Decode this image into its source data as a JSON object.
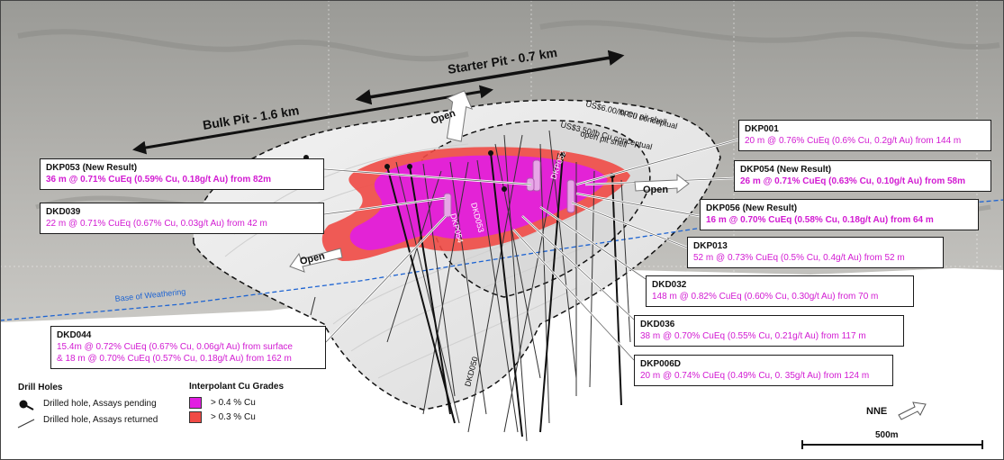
{
  "labels": {
    "starter_pit": "Starter Pit - 0.7 km",
    "bulk_pit": "Bulk Pit - 1.6 km",
    "open": "Open",
    "shell_600_l1": "US$6.00/lb Cu conceptual",
    "shell_600_l2": "open pit shell",
    "shell_350_l1": "US$3.50/lb Cu conceptual",
    "shell_350_l2": "open pit shell",
    "base_weathering": "Base of Weathering",
    "hole_dkp052": "DKP052",
    "hole_dkd053": "DKD053",
    "hole_dkp054": "DKP054",
    "hole_dkd050": "DKD050"
  },
  "callouts": {
    "dkp053": {
      "hole": "DKP053 (New Result)",
      "result": "36 m @ 0.71% CuEq (0.59% Cu, 0.18g/t Au) from 82m"
    },
    "dkd039": {
      "hole": "DKD039",
      "result": "22 m @ 0.71% CuEq (0.67% Cu, 0.03g/t Au) from 42 m"
    },
    "dkd044": {
      "hole": "DKD044",
      "result": "15.4m @ 0.72% CuEq (0.67% Cu, 0.06g/t Au) from surface",
      "result2": "& 18 m @ 0.70% CuEq (0.57% Cu, 0.18g/t Au) from 162 m"
    },
    "dkp001": {
      "hole": "DKP001",
      "result": "20 m @ 0.76% CuEq (0.6% Cu, 0.2g/t Au) from 144 m"
    },
    "dkp054": {
      "hole": "DKP054 (New Result)",
      "result": "26 m @ 0.71% CuEq (0.63% Cu, 0.10g/t Au) from 58m"
    },
    "dkp056": {
      "hole": "DKP056 (New Result)",
      "result": "16 m @ 0.70% CuEq (0.58% Cu, 0.18g/t Au) from 64 m"
    },
    "dkp013": {
      "hole": "DKP013",
      "result": "52 m @ 0.73% CuEq (0.5% Cu, 0.4g/t Au) from 52 m"
    },
    "dkd032": {
      "hole": "DKD032",
      "result": "148 m @ 0.82% CuEq (0.60% Cu, 0.30g/t Au) from 70 m"
    },
    "dkd036": {
      "hole": "DKD036",
      "result": "38 m @ 0.70% CuEq (0.55% Cu, 0.21g/t Au) from 117 m"
    },
    "dkp006d": {
      "hole": "DKP006D",
      "result": "20 m @ 0.74% CuEq (0.49% Cu, 0. 35g/t Au) from 124 m"
    }
  },
  "legend": {
    "drill_title": "Drill Holes",
    "pending": "Drilled hole, Assays pending",
    "returned": "Drilled hole, Assays returned",
    "grade_title": "Interpolant Cu Grades",
    "grade_high": "> 0.4 % Cu",
    "grade_low": "> 0.3 % Cu"
  },
  "north_label": "NNE",
  "scale_label": "500m",
  "colors": {
    "high_grade": "#e21ee2",
    "low_grade": "#f04a45",
    "result_text": "#d21ad2",
    "weathering_line": "#1e64d2"
  }
}
